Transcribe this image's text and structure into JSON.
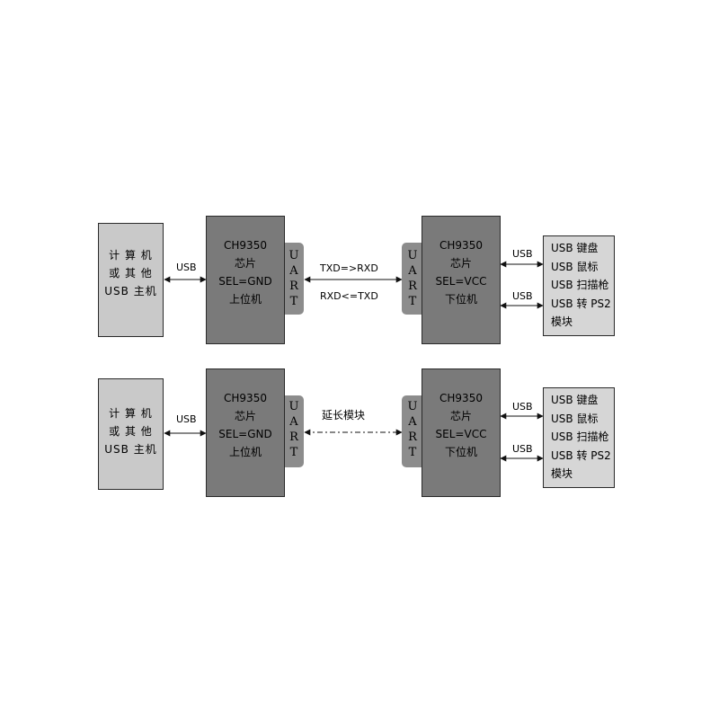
{
  "diagrams": [
    {
      "host": {
        "lines": [
          "计 算 机",
          "或 其 他",
          "USB 主机"
        ]
      },
      "host_link_label": "USB",
      "master_chip": {
        "lines": [
          "CH9350",
          "芯片",
          "SEL=GND",
          "上位机"
        ]
      },
      "uart_left": [
        "U",
        "A",
        "R",
        "T"
      ],
      "middle": {
        "top_label": "TXD=>RXD",
        "bottom_label": "RXD<=TXD"
      },
      "uart_right": [
        "U",
        "A",
        "R",
        "T"
      ],
      "slave_chip": {
        "lines": [
          "CH9350",
          "芯片",
          "SEL=VCC",
          "下位机"
        ]
      },
      "device_link_labels": [
        "USB",
        "USB"
      ],
      "devices": {
        "lines": [
          "USB 键盘",
          "USB 鼠标",
          "USB 扫描枪",
          "USB 转 PS2",
          "模块"
        ]
      }
    },
    {
      "host": {
        "lines": [
          "计 算 机",
          "或 其 他",
          "USB 主机"
        ]
      },
      "host_link_label": "USB",
      "master_chip": {
        "lines": [
          "CH9350",
          "芯片",
          "SEL=GND",
          "上位机"
        ]
      },
      "uart_left": [
        "U",
        "A",
        "R",
        "T"
      ],
      "middle": {
        "top_label": "延长模块"
      },
      "uart_right": [
        "U",
        "A",
        "R",
        "T"
      ],
      "slave_chip": {
        "lines": [
          "CH9350",
          "芯片",
          "SEL=VCC",
          "下位机"
        ]
      },
      "device_link_labels": [
        "USB",
        "USB"
      ],
      "devices": {
        "lines": [
          "USB 键盘",
          "USB 鼠标",
          "USB 扫描枪",
          "USB 转 PS2",
          "模块"
        ]
      }
    }
  ]
}
